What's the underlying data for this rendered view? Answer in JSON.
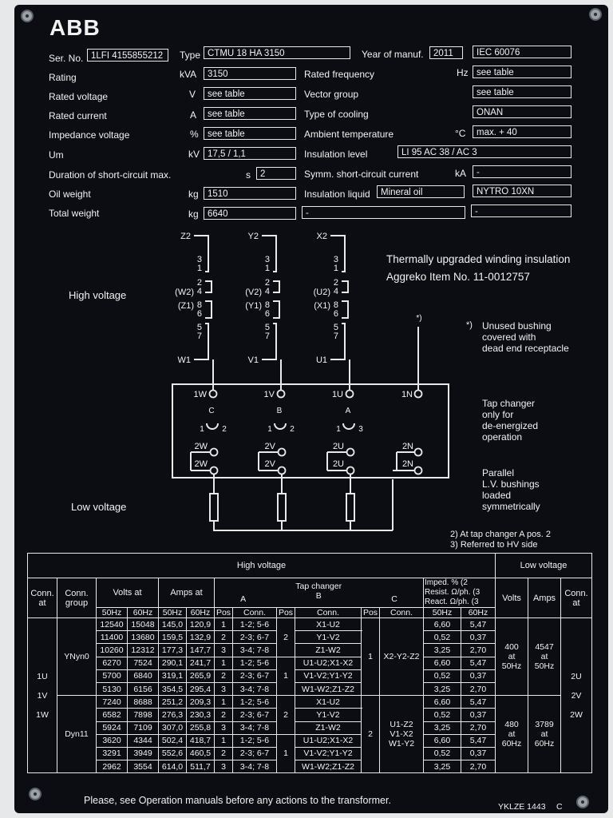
{
  "header": {
    "brand": "ABB"
  },
  "ratings": {
    "ser_no_label": "Ser. No.",
    "ser_no": "1LFI 4155855212",
    "type_label": "Type",
    "type": "CTMU 18 HA 3150",
    "year_label": "Year of manuf.",
    "year": "2011",
    "standard": "IEC 60076",
    "rating_label": "Rating",
    "rating_unit": "kVA",
    "rating": "3150",
    "freq_label": "Rated frequency",
    "freq_unit": "Hz",
    "freq": "see table",
    "voltage_label": "Rated voltage",
    "voltage_unit": "V",
    "voltage": "see table",
    "vector_label": "Vector group",
    "vector": "see table",
    "current_label": "Rated current",
    "current_unit": "A",
    "current": "see table",
    "cooling_label": "Type of cooling",
    "cooling": "ONAN",
    "impedance_label": "Impedance voltage",
    "impedance_unit": "%",
    "impedance": "see table",
    "ambient_label": "Ambient temperature",
    "ambient_unit": "°C",
    "ambient": "max. + 40",
    "um_label": "Um",
    "um_unit": "kV",
    "um": "17,5 / 1,1",
    "insulation_label": "Insulation level",
    "insulation": "LI 95 AC 38 / AC 3",
    "sc_label": "Duration of short-circuit max.",
    "sc_unit": "s",
    "sc": "2",
    "symm_label": "Symm. short-circuit current",
    "symm_unit": "kA",
    "symm": "-",
    "oil_label": "Oil weight",
    "oil_unit": "kg",
    "oil": "1510",
    "liquid_label": "Insulation liquid",
    "liquid": "Mineral oil",
    "liquid_brand": "NYTRO 10XN",
    "total_label": "Total weight",
    "total_unit": "kg",
    "total": "6640",
    "blank1": "-",
    "blank2": "-"
  },
  "diagram": {
    "hv_label": "High voltage",
    "lv_label": "Low voltage",
    "top_labels": [
      "Z2",
      "Y2",
      "X2"
    ],
    "bottom_labels": [
      "W1",
      "V1",
      "U1"
    ],
    "winding_nums_a": [
      "3",
      "1"
    ],
    "winding_nums_b": [
      "2",
      "4"
    ],
    "winding_nums_c": [
      "8",
      "6"
    ],
    "winding_nums_d": [
      "5",
      "7"
    ],
    "mid_labels_b": [
      "(W2)",
      "(V2)",
      "(U2)"
    ],
    "mid_labels_c": [
      "(Z1)",
      "(Y1)",
      "(X1)"
    ],
    "star": "*)",
    "hv_terms": [
      "1W",
      "1V",
      "1U",
      "1N"
    ],
    "tap_letters": [
      "C",
      "B",
      "A"
    ],
    "tap_nums": [
      [
        "1",
        "2"
      ],
      [
        "1",
        "2"
      ],
      [
        "1",
        "3"
      ]
    ],
    "lv_terms": [
      "2W",
      "2V",
      "2U",
      "2N"
    ],
    "note_upgrade_1": "Thermally upgraded winding insulation",
    "note_upgrade_2": "Aggreko Item No. 11-0012757",
    "note_bushing": [
      "*)",
      "Unused bushing",
      "covered with",
      "dead end receptacle"
    ],
    "note_tap": [
      "Tap changer",
      "only for",
      "de-energized",
      "operation"
    ],
    "note_parallel": [
      "Parallel",
      "L.V. bushings",
      "loaded",
      "symmetrically"
    ],
    "footnote_2": "2) At tap changer A pos. 2",
    "footnote_3": "3) Referred to HV side"
  },
  "table": {
    "hv_head": "High voltage",
    "lv_head": "Low voltage",
    "conn_at": "Conn. at",
    "conn_group": "Conn. group",
    "volts_at": "Volts at",
    "amps_at": "Amps at",
    "tap_changer": "Tap changer",
    "a": "A",
    "b": "B",
    "c": "C",
    "pos": "Pos",
    "conn": "Conn.",
    "imped": "Imped. % (2",
    "resist": "Resist. Ω/ph. (3",
    "react": "React. Ω/ph. (3",
    "hz50": "50Hz",
    "hz60": "60Hz",
    "volts": "Volts",
    "amps": "Amps",
    "conn_at_lv": "Conn. at",
    "conn_at_hv_vals": [
      "1U",
      "1V",
      "1W"
    ],
    "group_ynyn0": "YNyn0",
    "group_dyn11": "Dyn11",
    "pos_b_1": "2",
    "pos_b_2": "1",
    "pos_b_3": "2",
    "pos_b_4": "1",
    "pos_c_1": "1",
    "pos_c_2": "2",
    "conn_c_1": "X2-Y2-Z2",
    "conn_c_2": [
      "U1-Z2",
      "V1-X2",
      "W1-Y2"
    ],
    "lv_v1": [
      "400",
      "at",
      "50Hz"
    ],
    "lv_a1": [
      "4547",
      "at",
      "50Hz"
    ],
    "lv_v2": [
      "480",
      "at",
      "60Hz"
    ],
    "lv_a2": [
      "3789",
      "at",
      "60Hz"
    ],
    "conn_at_lv_vals": [
      "2U",
      "2V",
      "2W"
    ],
    "rows": [
      [
        "12540",
        "15048",
        "145,0",
        "120,9",
        "1",
        "1-2; 5-6",
        "X1-U2",
        "6,60",
        "5,47"
      ],
      [
        "11400",
        "13680",
        "159,5",
        "132,9",
        "2",
        "2-3; 6-7",
        "Y1-V2",
        "0,52",
        "0,37"
      ],
      [
        "10260",
        "12312",
        "177,3",
        "147,7",
        "3",
        "3-4; 7-8",
        "Z1-W2",
        "3,25",
        "2,70"
      ],
      [
        "6270",
        "7524",
        "290,1",
        "241,7",
        "1",
        "1-2; 5-6",
        "U1-U2;X1-X2",
        "6,60",
        "5,47"
      ],
      [
        "5700",
        "6840",
        "319,1",
        "265,9",
        "2",
        "2-3; 6-7",
        "V1-V2;Y1-Y2",
        "0,52",
        "0,37"
      ],
      [
        "5130",
        "6156",
        "354,5",
        "295,4",
        "3",
        "3-4; 7-8",
        "W1-W2;Z1-Z2",
        "3,25",
        "2,70"
      ],
      [
        "7240",
        "8688",
        "251,2",
        "209,3",
        "1",
        "1-2; 5-6",
        "X1-U2",
        "6,60",
        "5,47"
      ],
      [
        "6582",
        "7898",
        "276,3",
        "230,3",
        "2",
        "2-3; 6-7",
        "Y1-V2",
        "0,52",
        "0,37"
      ],
      [
        "5924",
        "7109",
        "307,0",
        "255,8",
        "3",
        "3-4; 7-8",
        "Z1-W2",
        "3,25",
        "2,70"
      ],
      [
        "3620",
        "4344",
        "502,4",
        "418,7",
        "1",
        "1-2; 5-6",
        "U1-U2;X1-X2",
        "6,60",
        "5,47"
      ],
      [
        "3291",
        "3949",
        "552,6",
        "460,5",
        "2",
        "2-3; 6-7",
        "V1-V2;Y1-Y2",
        "0,52",
        "0,37"
      ],
      [
        "2962",
        "3554",
        "614,0",
        "511,7",
        "3",
        "3-4; 7-8",
        "W1-W2;Z1-Z2",
        "3,25",
        "2,70"
      ]
    ]
  },
  "footer": {
    "notice": "Please, see Operation manuals before any actions to the transformer.",
    "code": "YKLZE 1443",
    "rev": "C"
  },
  "colors": {
    "plate": "#0c0d12",
    "text": "#f2f2f2",
    "lines": "#e8e8e8"
  }
}
